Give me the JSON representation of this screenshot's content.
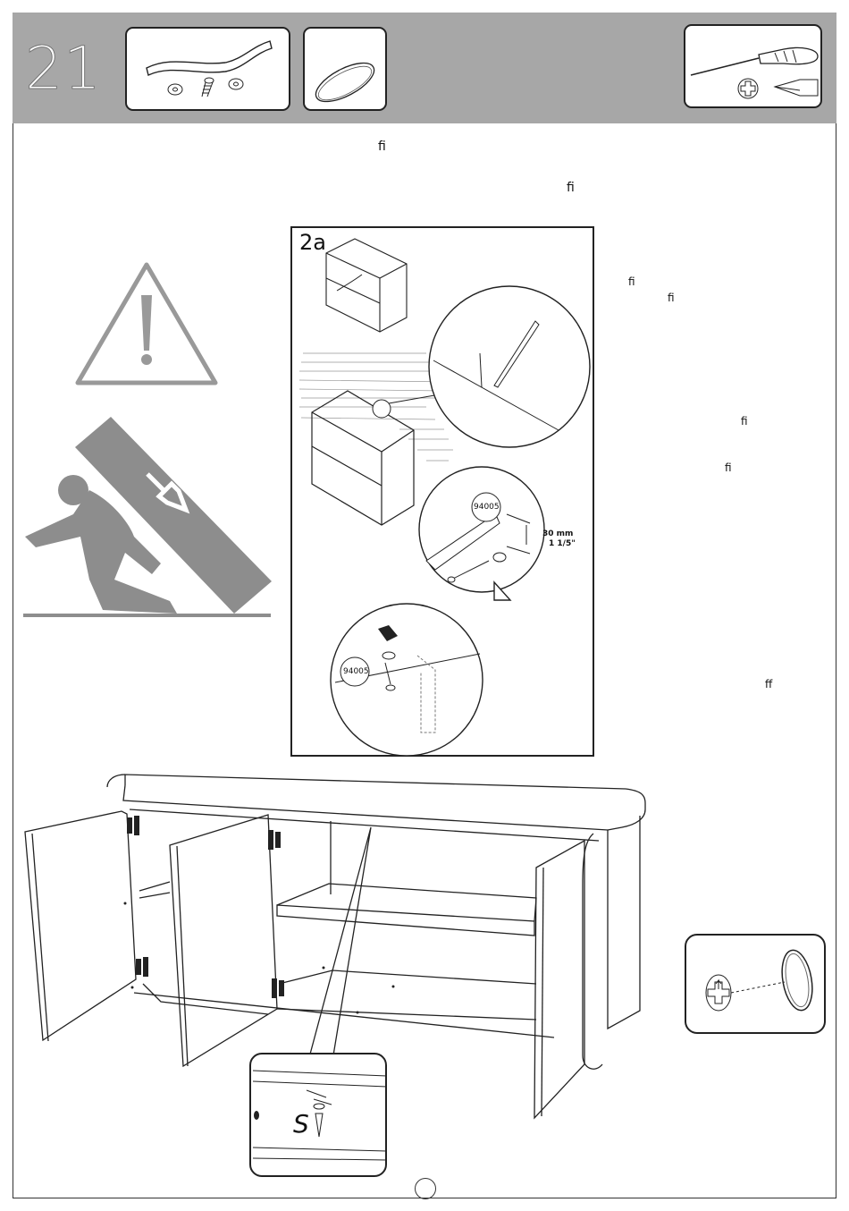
{
  "header": {
    "step_number": "21"
  },
  "ligatures": [
    "ﬁ",
    "ﬁ",
    "ﬁ",
    "ﬁ",
    "ﬁ",
    "ﬁ",
    "ﬀ"
  ],
  "detail_2a": {
    "label": "2a",
    "part_code_1": "94005",
    "part_code_2": "94005",
    "dimension_mm": "30 mm",
    "dimension_in": "1 1/5\""
  },
  "screw_callout": {
    "letter": "S"
  },
  "icons": [
    "handle-icon",
    "washer-icon",
    "screw-icon",
    "cap-icon",
    "screwdriver-icon",
    "phillips-bit-icon",
    "flat-bit-icon",
    "warning-triangle-icon",
    "tip-over-hazard-icon"
  ]
}
